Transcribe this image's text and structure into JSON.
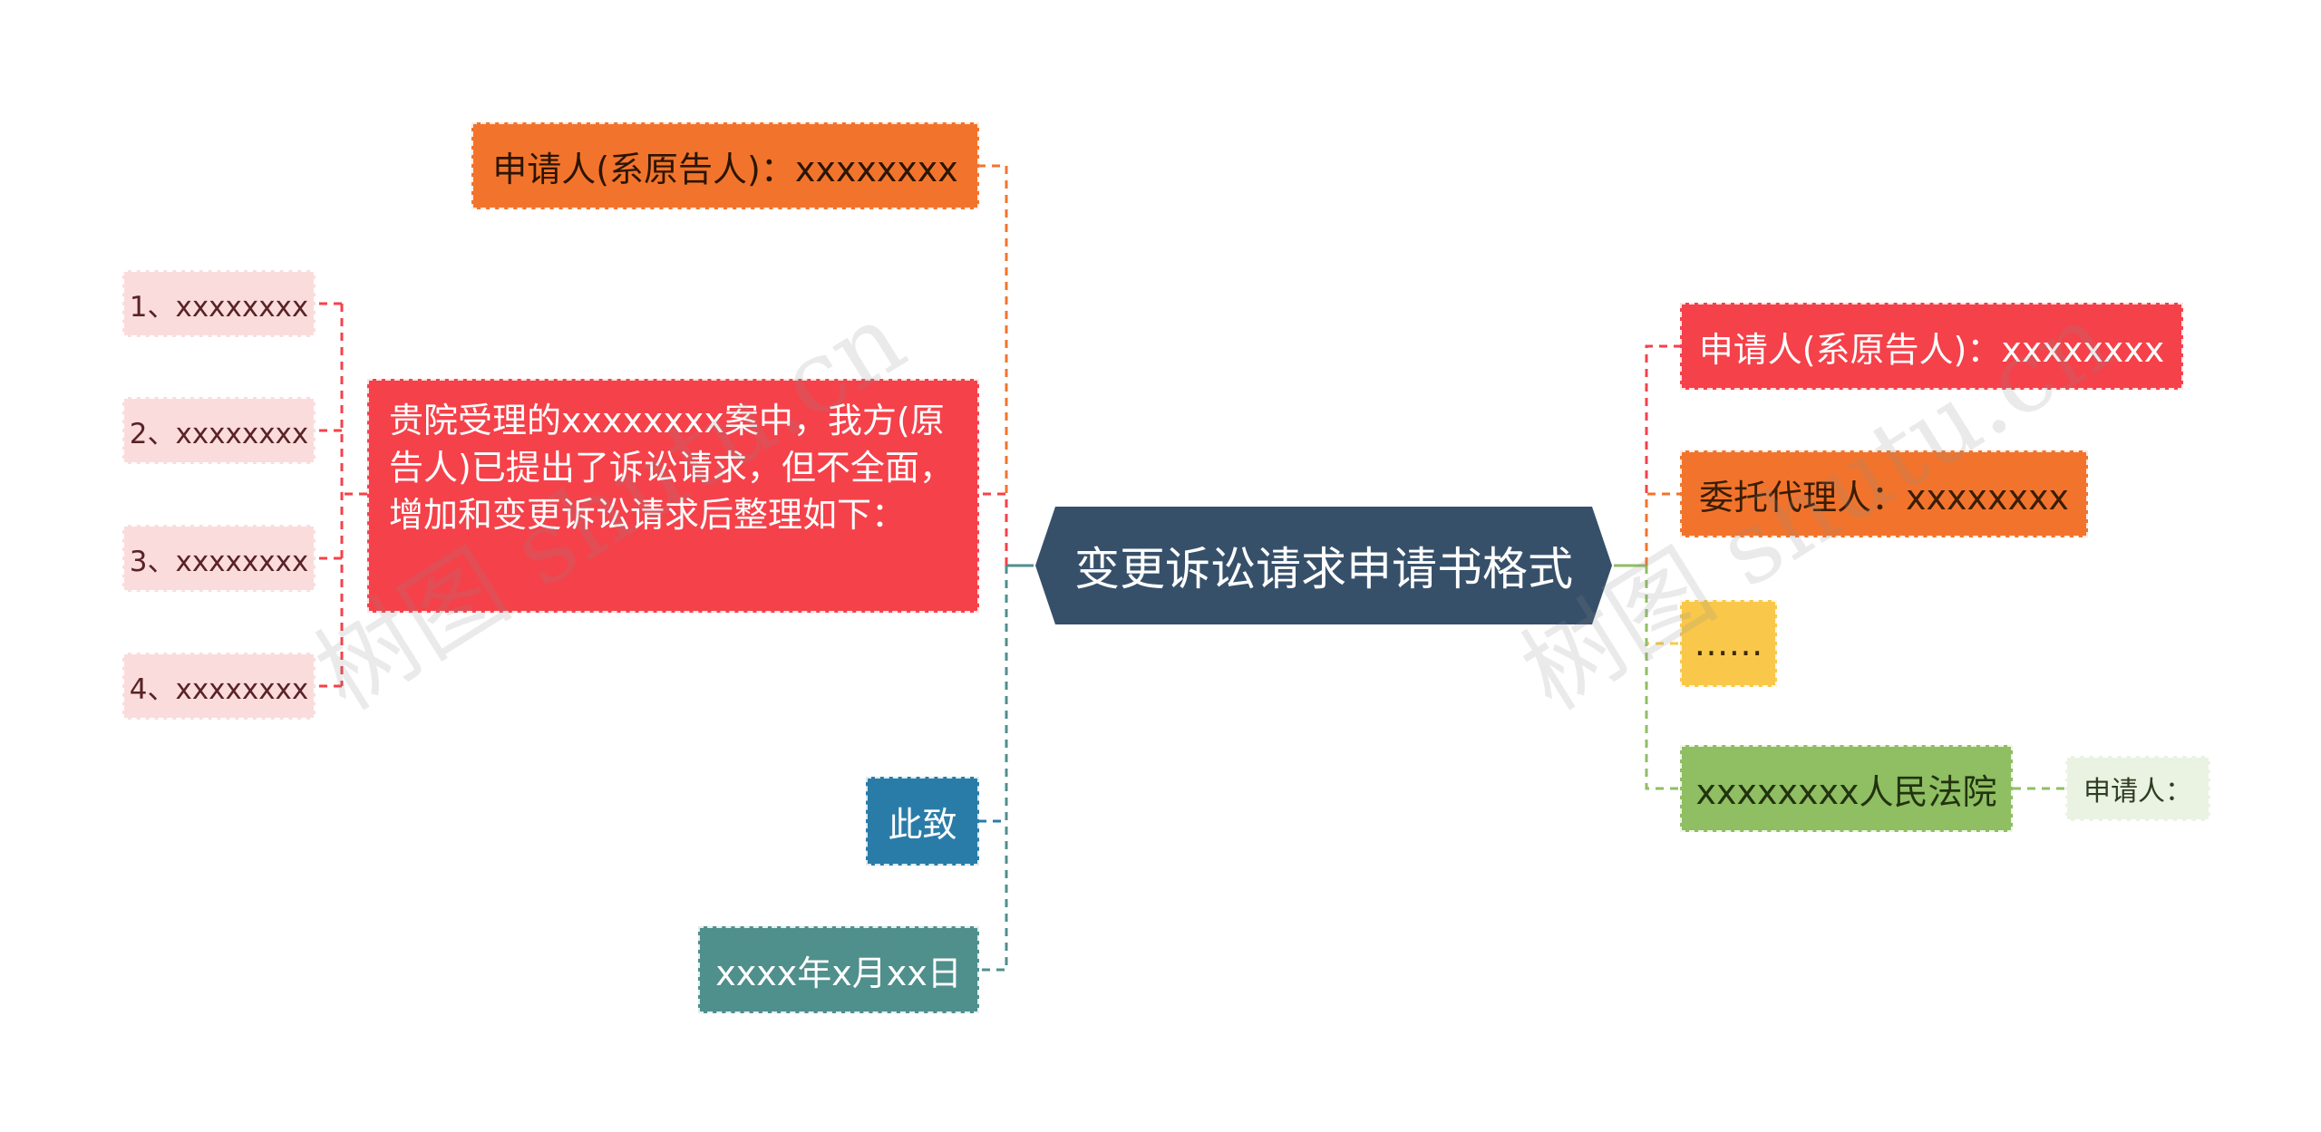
{
  "root": {
    "label": "变更诉讼请求申请书格式"
  },
  "left": {
    "applicant": "申请人(系原告人)：xxxxxxxx",
    "body": "贵院受理的xxxxxxxx案中，我方(原告人)已提出了诉讼请求，但不全面，增加和变更诉讼请求后整理如下：",
    "items": [
      "1、xxxxxxxx",
      "2、xxxxxxxx",
      "3、xxxxxxxx",
      "4、xxxxxxxx"
    ],
    "salutation": "此致",
    "date": "xxxx年x月xx日"
  },
  "right": {
    "applicant": "申请人(系原告人)：xxxxxxxx",
    "agent": "委托代理人：xxxxxxxx",
    "ellipsis": "……",
    "court": "xxxxxxxx人民法院",
    "court_child": "申请人："
  },
  "watermarks": [
    "树图 shutu.cn",
    "树图 shutu.cn"
  ],
  "colors": {
    "root": "#37506a",
    "orange": "#f2742c",
    "red": "#f5414a",
    "blue": "#2a7ca8",
    "teal": "#4f8f8c",
    "yellow": "#f9c84b",
    "green": "#8fbe63",
    "pink": "#fbdcdd"
  }
}
